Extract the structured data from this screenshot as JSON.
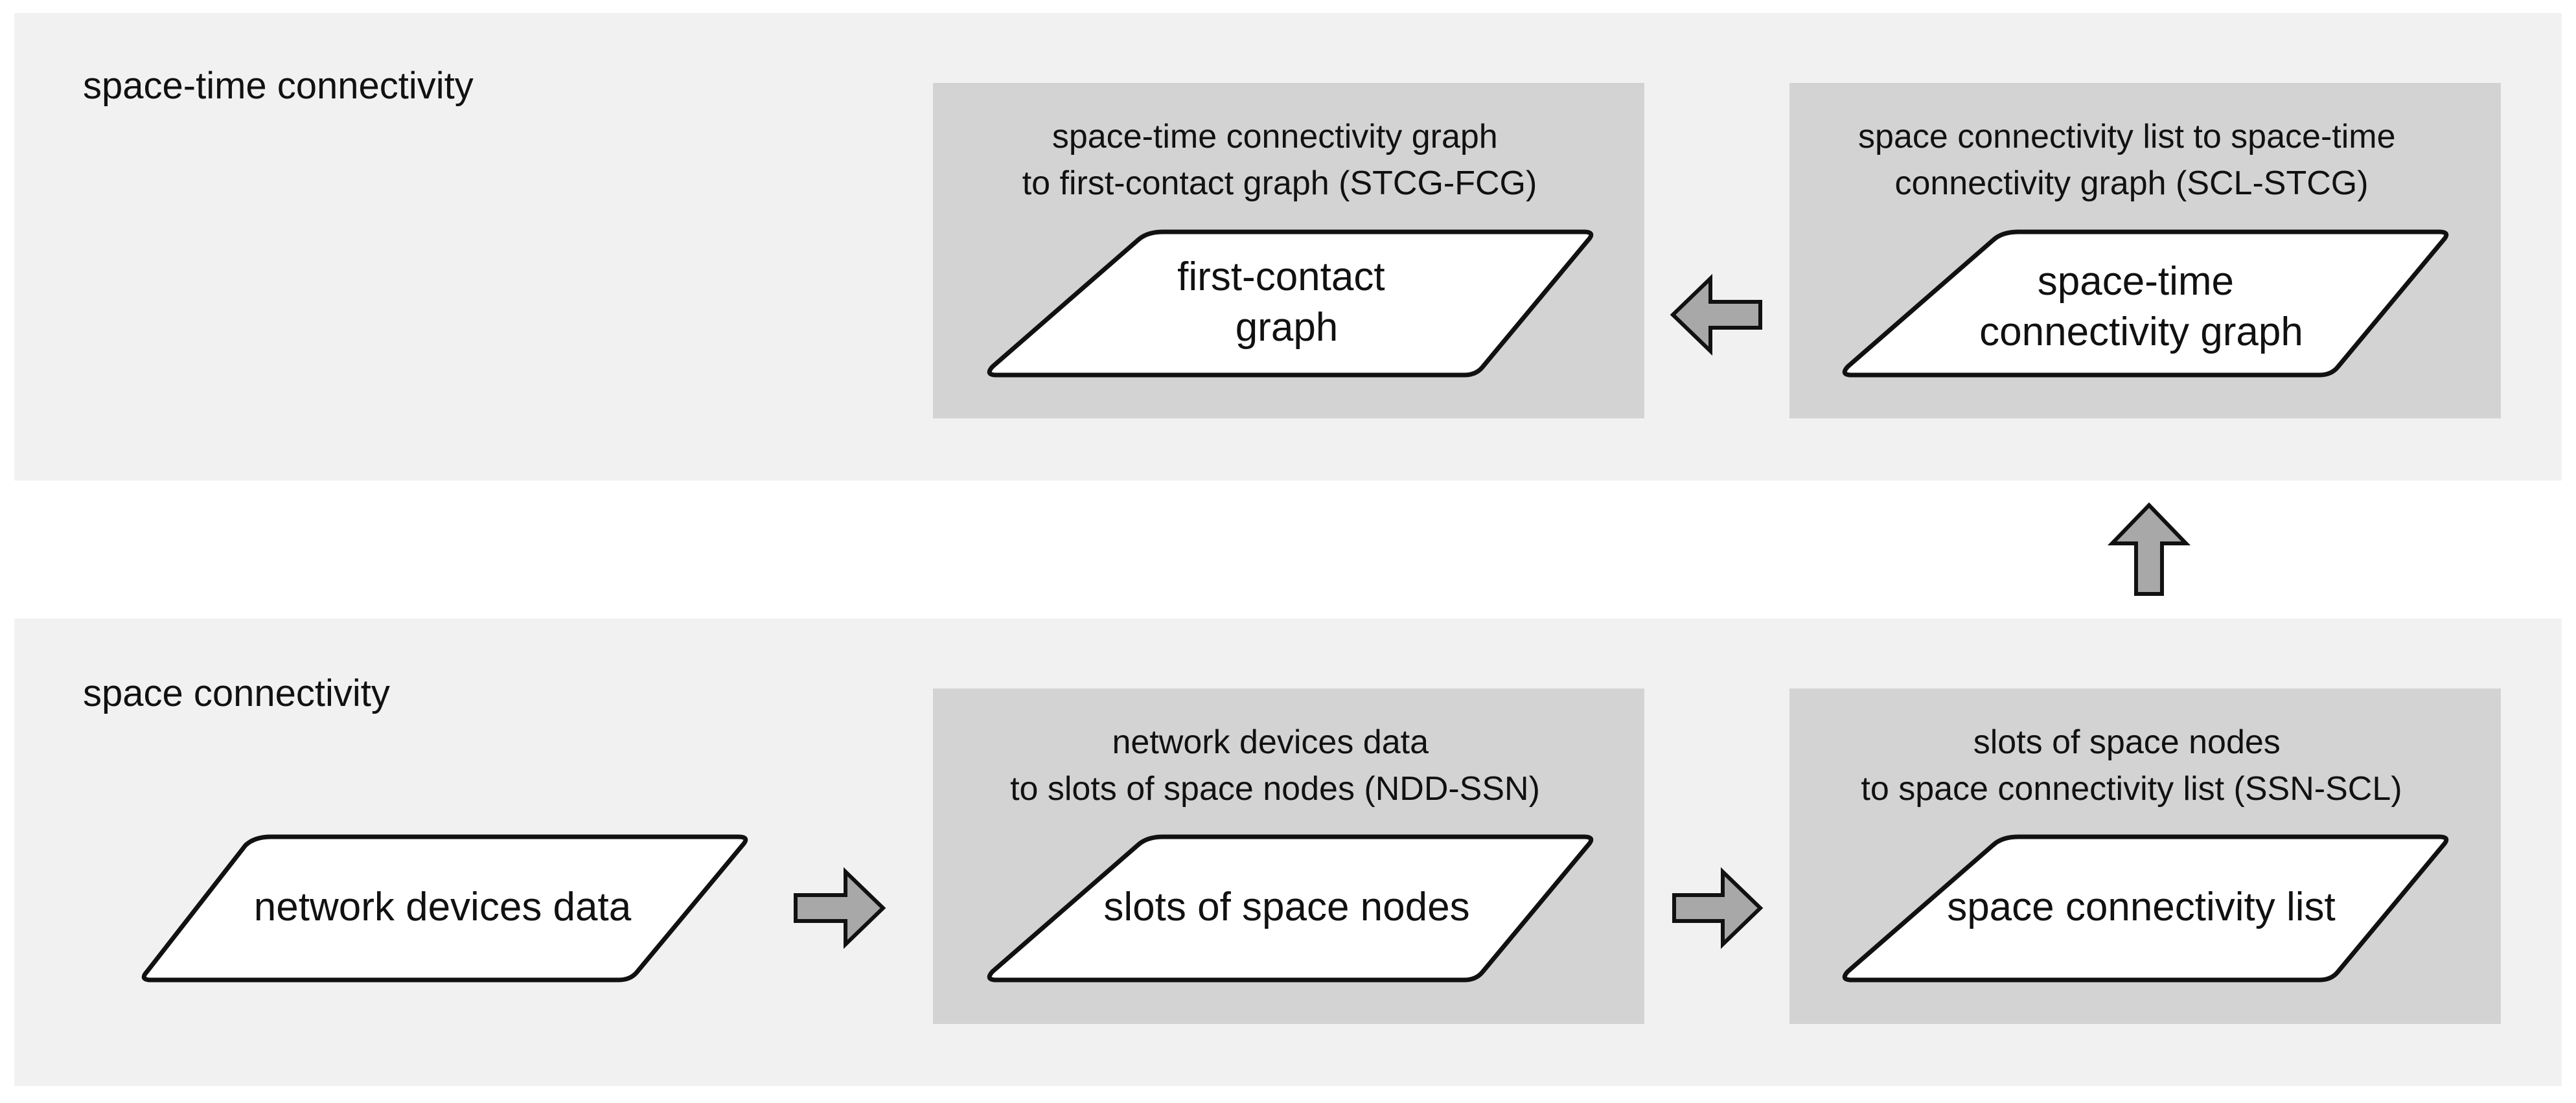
{
  "sections": {
    "space_time": {
      "title": "space-time connectivity"
    },
    "space": {
      "title": "space connectivity"
    }
  },
  "processes": {
    "stcg_fcg": {
      "title_lines": [
        "space-time connectivity graph",
        "to first-contact graph (STCG-FCG)"
      ],
      "output_lines": [
        "first-contact",
        "graph"
      ]
    },
    "scl_stcg": {
      "title_lines": [
        "space connectivity list to space-time",
        "connectivity graph (SCL-STCG)"
      ],
      "output_lines": [
        "space-time",
        "connectivity graph"
      ]
    },
    "ndd_ssn": {
      "title_lines": [
        "network devices data",
        "to slots of space nodes (NDD-SSN)"
      ],
      "output_lines": [
        "slots of space nodes"
      ]
    },
    "ssn_scl": {
      "title_lines": [
        "slots of space nodes",
        "to space connectivity list (SSN-SCL)"
      ],
      "output_lines": [
        "space connectivity list"
      ]
    }
  },
  "input": {
    "lines": [
      "network devices data"
    ]
  },
  "colors": {
    "section_bg": "#f1f1f1",
    "process_bg": "#d3d3d3",
    "arrow_fill": "#a8a8a8",
    "stroke": "#111111",
    "data_fill": "#ffffff"
  }
}
